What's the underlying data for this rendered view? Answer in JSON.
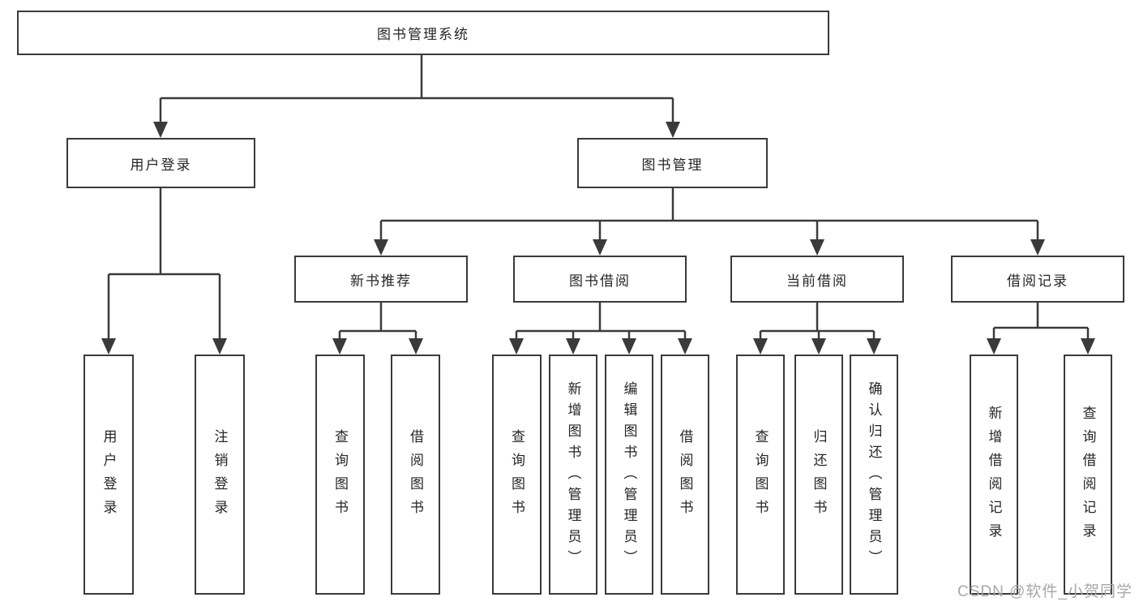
{
  "diagram": {
    "root": {
      "label": "图书管理系统"
    },
    "branches": [
      {
        "label": "用户登录",
        "children": [
          {
            "label": "用户登录"
          },
          {
            "label": "注销登录"
          }
        ]
      },
      {
        "label": "图书管理",
        "children": [
          {
            "label": "新书推荐",
            "children": [
              {
                "label": "查询图书"
              },
              {
                "label": "借阅图书"
              }
            ]
          },
          {
            "label": "图书借阅",
            "children": [
              {
                "label": "查询图书"
              },
              {
                "label": "新增图书（管理员）"
              },
              {
                "label": "编辑图书（管理员）"
              },
              {
                "label": "借阅图书"
              }
            ]
          },
          {
            "label": "当前借阅",
            "children": [
              {
                "label": "查询图书"
              },
              {
                "label": "归还图书"
              },
              {
                "label": "确认归还（管理员）"
              }
            ]
          },
          {
            "label": "借阅记录",
            "children": [
              {
                "label": "新增借阅记录"
              },
              {
                "label": "查询借阅记录"
              }
            ]
          }
        ]
      }
    ]
  },
  "watermark": {
    "text": "CSDN @软件_小贺同学"
  },
  "colors": {
    "line": "#3a3a3a",
    "text": "#262626",
    "watermark": "#a8a8a8",
    "background": "#ffffff"
  }
}
